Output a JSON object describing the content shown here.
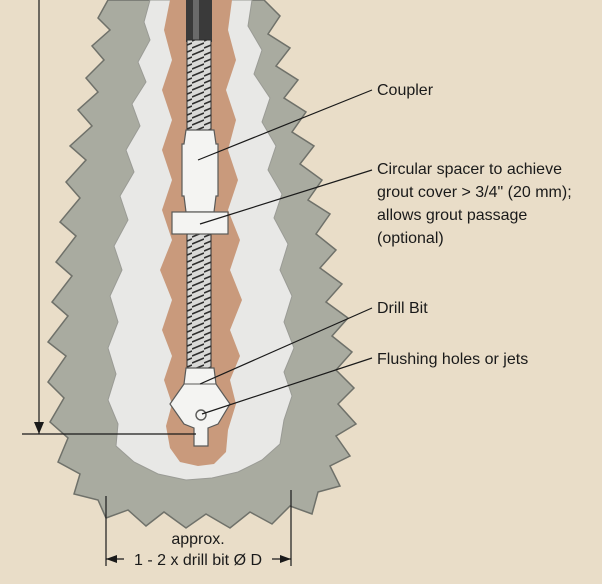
{
  "labels": {
    "coupler": "Coupler",
    "spacer_line1": "Circular spacer to achieve",
    "spacer_line2": "grout cover > 3/4\" (20 mm);",
    "spacer_line3": "allows grout passage",
    "spacer_line4": "(optional)",
    "drill_bit": "Drill Bit",
    "flushing": "Flushing holes or jets",
    "approx": "approx.",
    "width_note": "1 - 2 x drill bit Ø D"
  },
  "colors": {
    "background": "#e9ddc8",
    "rock": "#a9aba0",
    "rock_edge": "#6f716a",
    "borehole_wall": "#e8e8e6",
    "grout": "#c99a7c",
    "bar": "#3a3a3a",
    "component": "#f4f4f2",
    "line": "#1a1a1a"
  }
}
